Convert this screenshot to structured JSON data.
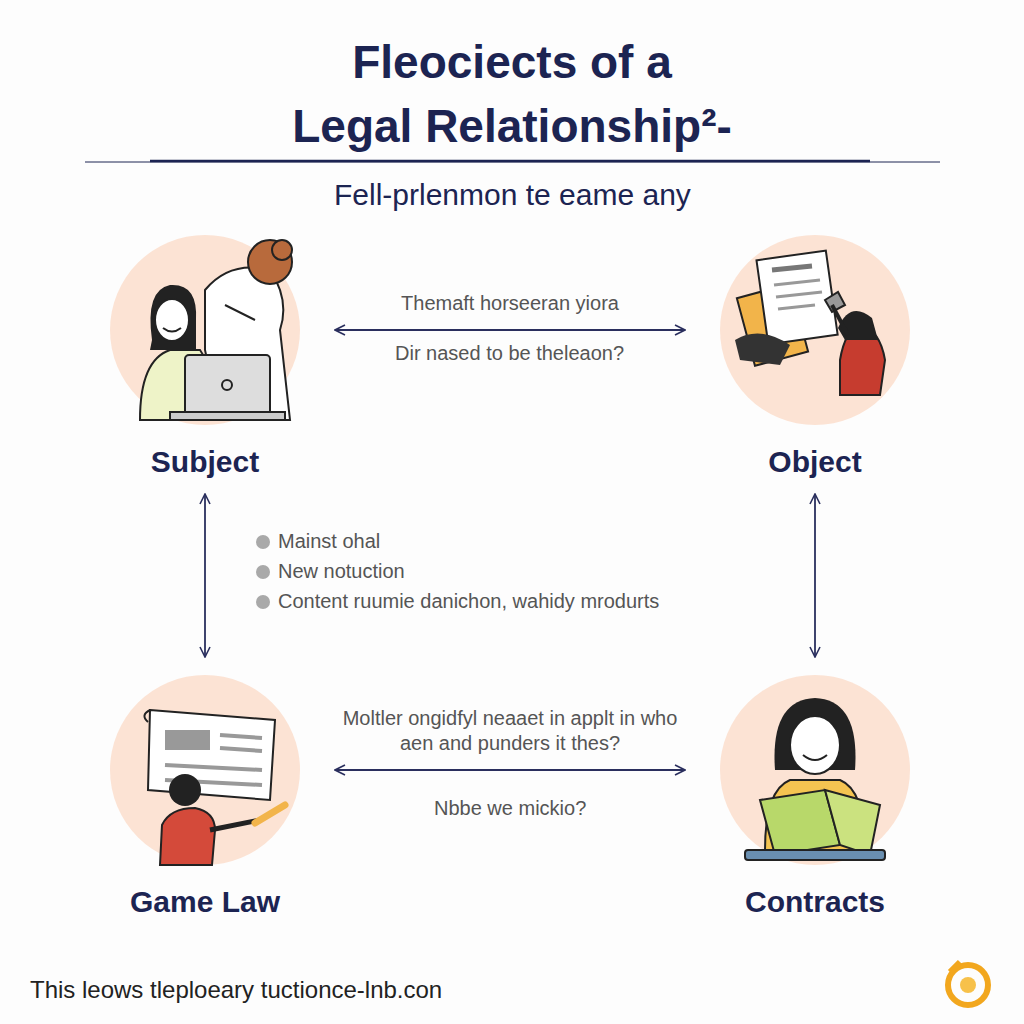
{
  "diagram": {
    "title": "Fleociects of a Legal Relationship²-",
    "caption": "This leows tleploeary tuctionce-lnb.con",
    "nodes": [
      {
        "text": [
          "Subject"
        ]
      },
      {
        "text": [
          "Object"
        ]
      },
      {
        "text": [
          "Game Law"
        ]
      },
      {
        "text": [
          "Contracts"
        ]
      }
    ],
    "edges": [
      {
        "from": 0,
        "to": 1,
        "arrow": "both",
        "label": "Themaft horseeran yiora"
      },
      {
        "from": 0,
        "to": 2,
        "arrow": "both"
      },
      {
        "from": 1,
        "to": 3,
        "arrow": "both"
      },
      {
        "from": 2,
        "to": 3,
        "arrow": "both",
        "label": "Moltler ongidfyl neaaet in applt in who aen and punders it thes?"
      }
    ],
    "labels": [
      "Fell-prlenmon te eame any",
      "Dir nased to be theleaon?",
      "Mainst ohal",
      "New notuction",
      "Content ruumie danichon, wahidy mrodurts",
      "Nbbe we mickio?"
    ]
  }
}
